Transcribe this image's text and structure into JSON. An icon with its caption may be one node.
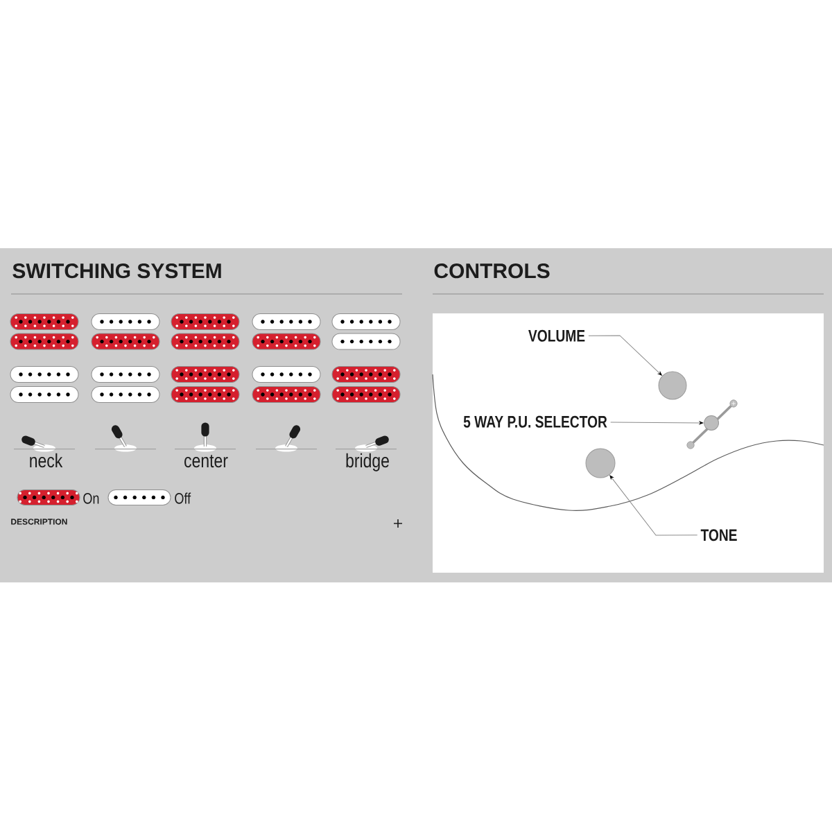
{
  "diagram": {
    "nodes": [
      {
        "text": [
          "VOLUME"
        ]
      },
      {
        "text": [],
        "shape": "circle"
      },
      {
        "text": [
          "5 WAY P.U. SELECTOR"
        ]
      },
      {
        "text": [],
        "shape": "circle"
      },
      {
        "text": [],
        "shape": "circle"
      },
      {
        "text": [
          "TONE"
        ]
      }
    ],
    "edges": [
      {
        "from": 0,
        "to": 1,
        "arrow": "to"
      },
      {
        "from": 2,
        "to": 3,
        "arrow": "to"
      },
      {
        "from": 5,
        "to": 4,
        "arrow": "to"
      }
    ],
    "labels": [
      "SWITCHING SYSTEM",
      "neck",
      "center",
      "bridge",
      "DESCRIPTION",
      "CONTROLS"
    ],
    "legend": [
      {
        "text": "On",
        "color": "#d5202e"
      },
      {
        "text": "Off",
        "color": "#ffffff"
      }
    ]
  }
}
